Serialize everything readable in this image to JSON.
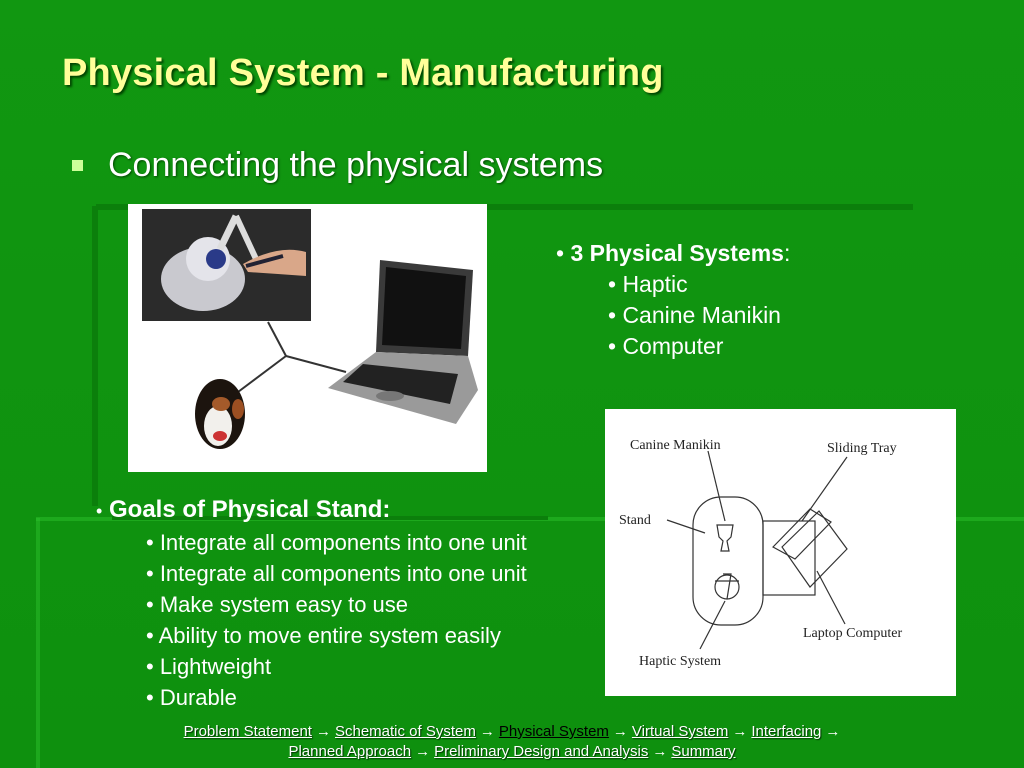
{
  "slide": {
    "title": "Physical System - Manufacturing",
    "main_bullet": "Connecting the physical systems"
  },
  "systems": {
    "bullet": "•",
    "heading": "3 Physical Systems",
    "heading_suffix": ":",
    "items": [
      "• Haptic",
      "• Canine Manikin",
      "• Computer"
    ]
  },
  "goals": {
    "bullet": "•",
    "heading": "Goals of Physical Stand:",
    "items": [
      "• Integrate all components into one unit",
      "• Integrate all components into one unit",
      "• Make system easy to use",
      "• Ability to move entire system easily",
      "• Lightweight",
      "• Durable"
    ]
  },
  "diagram": {
    "labels": {
      "canine_manikin": "Canine Manikin",
      "sliding_tray": "Sliding Tray",
      "stand": "Stand",
      "laptop_computer": "Laptop Computer",
      "haptic_system": "Haptic System"
    }
  },
  "footer": {
    "arrow": "→",
    "line1": [
      "Problem Statement",
      "Schematic of System",
      "Physical System",
      "Virtual System",
      "Interfacing"
    ],
    "line2": [
      "Planned Approach",
      "Preliminary Design and Analysis",
      "Summary"
    ]
  },
  "colors": {
    "background": "#119711",
    "title": "#ffff99",
    "text": "#ffffff",
    "current_nav": "#000000"
  }
}
